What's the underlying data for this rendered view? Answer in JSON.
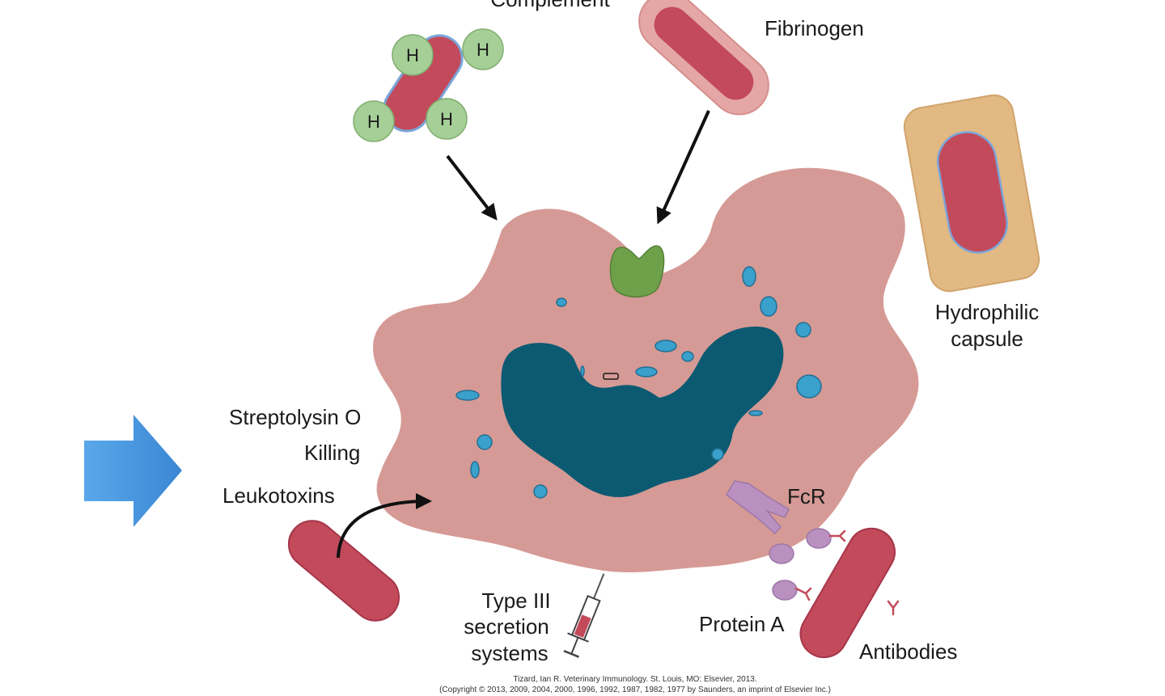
{
  "labels": {
    "complement": "Complement",
    "fibrinogen": "Fibrinogen",
    "hydrophilic_line1": "Hydrophilic",
    "hydrophilic_line2": "capsule",
    "streptolysin": "Streptolysin O",
    "killing": "Killing",
    "leukotoxins": "Leukotoxins",
    "fcr": "FcR",
    "type3_line1": "Type III",
    "type3_line2": "secretion",
    "type3_line3": "systems",
    "protein_a": "Protein A",
    "antibodies": "Antibodies"
  },
  "complement_marker": "H",
  "citation": {
    "line1": "Tizard, Ian R. Veterinary Immunology. St. Louis, MO: Elsevier, 2013.",
    "line2": "(Copyright © 2013, 2009, 2004, 2000, 1996, 1992, 1987, 1982, 1977 by Saunders, an imprint of Elsevier Inc.)"
  },
  "colors": {
    "cell": "#d59a95",
    "nucleus": "#0c5a72",
    "bacterium": "#c24a5b",
    "bacterium_outline": "#a6364a",
    "capsule": "#e2b883",
    "complement_h": "#a6cf97",
    "receptor_green": "#6ea04a",
    "fcr_purple": "#b990c0",
    "vesicle": "#3aa0cc",
    "big_arrow": "#4a90d8"
  }
}
